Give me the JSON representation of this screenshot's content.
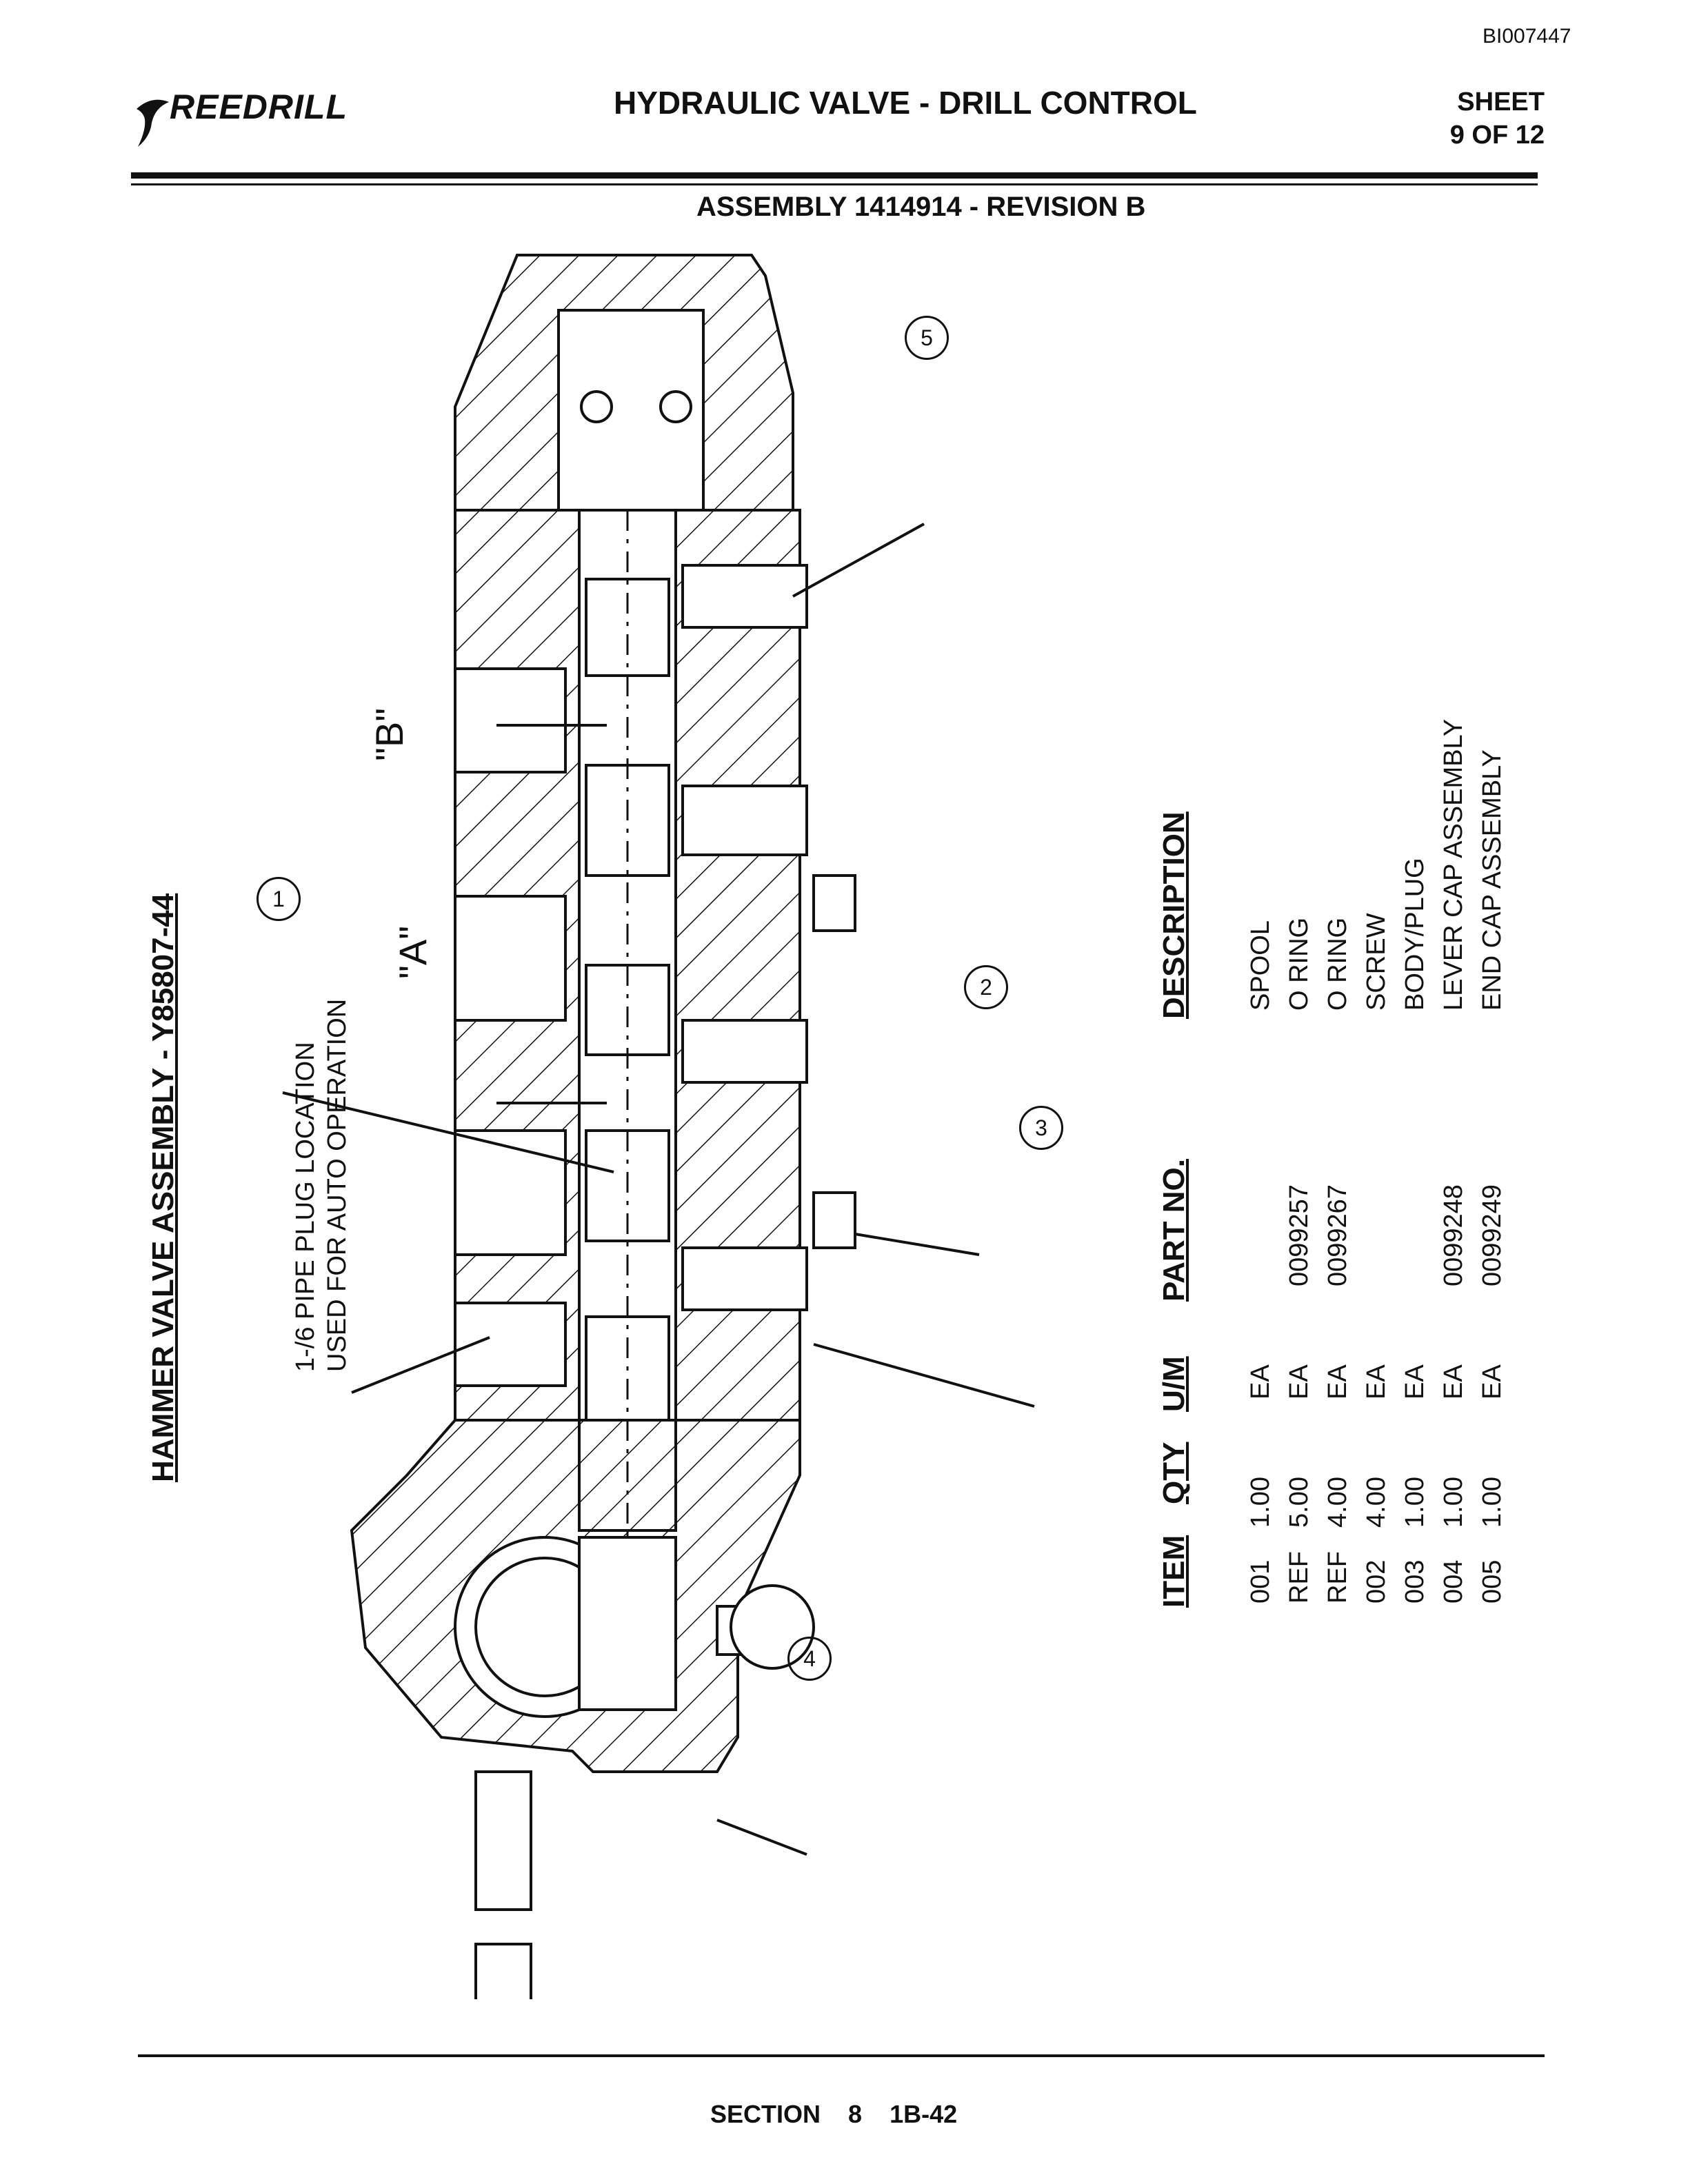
{
  "doc_id": "BI007447",
  "header": {
    "logo_text": "REEDRILL",
    "title": "HYDRAULIC VALVE - DRILL CONTROL",
    "sheet_label": "SHEET",
    "sheet_value": "9 OF 12",
    "assembly": "ASSEMBLY 1414914 - REVISION B"
  },
  "drawing": {
    "title": "HAMMER VALVE ASSEMBLY - Y85807-44",
    "note_line1": "1-/6 PIPE PLUG LOCATION",
    "note_line2": "USED FOR AUTO OPERATION",
    "section_b": "\"B\"",
    "section_a": "\"A\"",
    "balloons": [
      "1",
      "2",
      "3",
      "4",
      "5"
    ]
  },
  "parts_table": {
    "headers": [
      "ITEM",
      "QTY",
      "U/M",
      "PART NO.",
      "DESCRIPTION"
    ],
    "rows": [
      {
        "item": "001",
        "qty": "1.00",
        "um": "EA",
        "part": "",
        "desc": "SPOOL"
      },
      {
        "item": "REF",
        "qty": "5.00",
        "um": "EA",
        "part": "0099257",
        "desc": "O RING"
      },
      {
        "item": "REF",
        "qty": "4.00",
        "um": "EA",
        "part": "0099267",
        "desc": "O RING"
      },
      {
        "item": "002",
        "qty": "4.00",
        "um": "EA",
        "part": "",
        "desc": "SCREW"
      },
      {
        "item": "003",
        "qty": "1.00",
        "um": "EA",
        "part": "",
        "desc": "BODY/PLUG"
      },
      {
        "item": "004",
        "qty": "1.00",
        "um": "EA",
        "part": "0099248",
        "desc": "LEVER CAP ASSEMBLY"
      },
      {
        "item": "005",
        "qty": "1.00",
        "um": "EA",
        "part": "0099249",
        "desc": "END CAP ASSEMBLY"
      }
    ]
  },
  "footer": {
    "section": "SECTION 8",
    "page": "1B-42"
  }
}
